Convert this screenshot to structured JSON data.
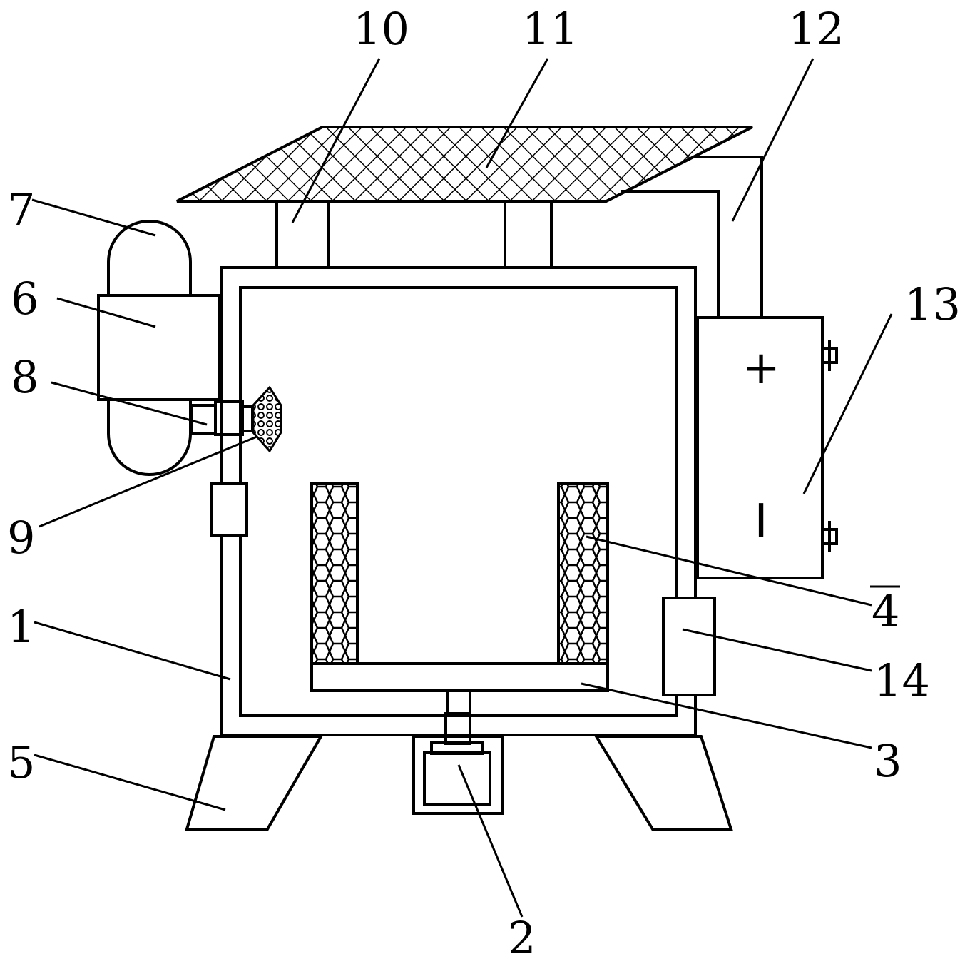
{
  "labels": {
    "l1": "1",
    "l2": "2",
    "l3": "3",
    "l4": "4",
    "l5": "5",
    "l6": "6",
    "l7": "7",
    "l8": "8",
    "l9": "9",
    "l10": "10",
    "l11": "11",
    "l12": "12",
    "l13": "13",
    "l14": "14"
  },
  "battery": {
    "plus": "+",
    "minus": "I"
  }
}
